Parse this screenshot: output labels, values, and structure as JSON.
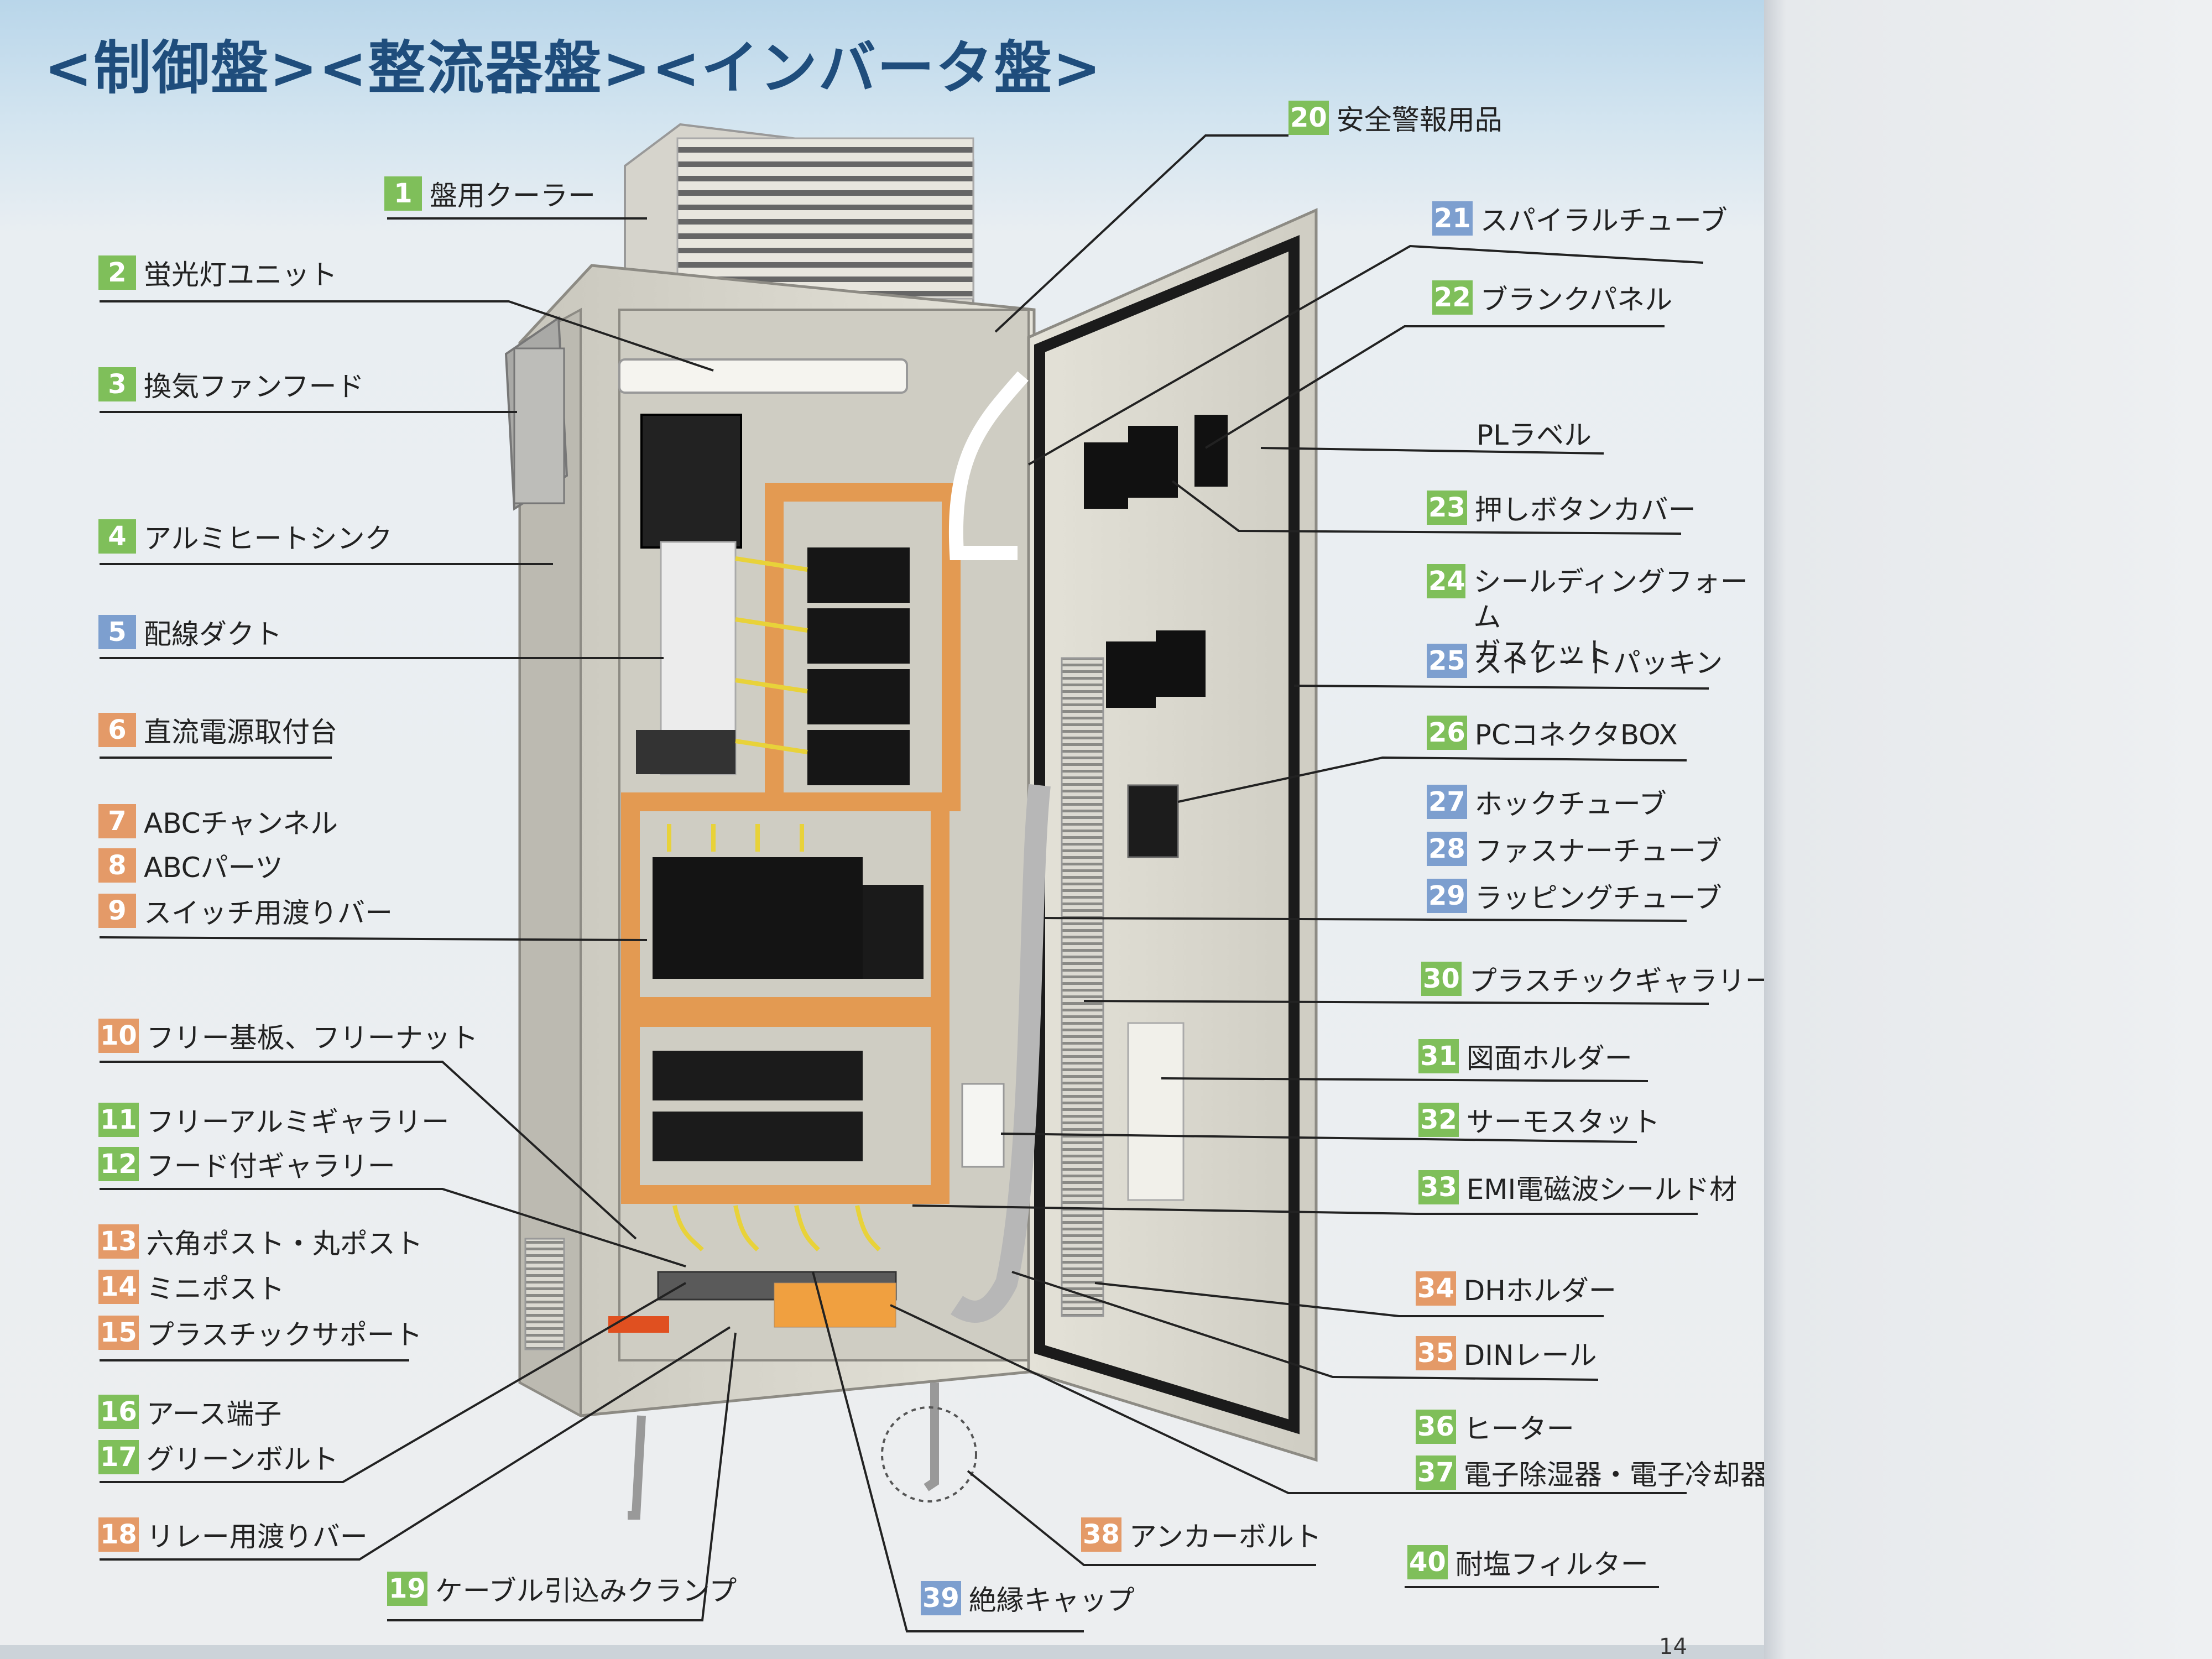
{
  "title": "<制御盤><整流器盤><インバータ盤>",
  "page_number": "14",
  "colors": {
    "green": "#7fbf5a",
    "blue": "#7d9fcf",
    "orange": "#e49a68",
    "title": "#1f4d7c"
  },
  "callouts": [
    {
      "num": "1",
      "text": "盤用クーラー",
      "color": "green"
    },
    {
      "num": "2",
      "text": "蛍光灯ユニット",
      "color": "green"
    },
    {
      "num": "3",
      "text": "換気ファンフード",
      "color": "green"
    },
    {
      "num": "4",
      "text": "アルミヒートシンク",
      "color": "green"
    },
    {
      "num": "5",
      "text": "配線ダクト",
      "color": "blue"
    },
    {
      "num": "6",
      "text": "直流電源取付台",
      "color": "orange"
    },
    {
      "num": "7",
      "text": "ABCチャンネル",
      "color": "orange"
    },
    {
      "num": "8",
      "text": "ABCパーツ",
      "color": "orange"
    },
    {
      "num": "9",
      "text": "スイッチ用渡りバー",
      "color": "orange"
    },
    {
      "num": "10",
      "text": "フリー基板、フリーナット",
      "color": "orange"
    },
    {
      "num": "11",
      "text": "フリーアルミギャラリー",
      "color": "green"
    },
    {
      "num": "12",
      "text": "フード付ギャラリー",
      "color": "green"
    },
    {
      "num": "13",
      "text": "六角ポスト・丸ポスト",
      "color": "orange"
    },
    {
      "num": "14",
      "text": "ミニポスト",
      "color": "orange"
    },
    {
      "num": "15",
      "text": "プラスチックサポート",
      "color": "orange"
    },
    {
      "num": "16",
      "text": "アース端子",
      "color": "green"
    },
    {
      "num": "17",
      "text": "グリーンボルト",
      "color": "green"
    },
    {
      "num": "18",
      "text": "リレー用渡りバー",
      "color": "orange"
    },
    {
      "num": "19",
      "text": "ケーブル引込みクランプ",
      "color": "green"
    },
    {
      "num": "20",
      "text": "安全警報用品",
      "color": "green"
    },
    {
      "num": "21",
      "text": "スパイラルチューブ",
      "color": "blue"
    },
    {
      "num": "22",
      "text": "ブランクパネル",
      "color": "green"
    },
    {
      "num": "",
      "text": "PLラベル",
      "color": "none"
    },
    {
      "num": "23",
      "text": "押しボタンカバー",
      "color": "green"
    },
    {
      "num": "24",
      "text": "シールディングフォーム\nガスケット",
      "color": "green"
    },
    {
      "num": "25",
      "text": "ストレートパッキン",
      "color": "blue"
    },
    {
      "num": "26",
      "text": "PCコネクタBOX",
      "color": "green"
    },
    {
      "num": "27",
      "text": "ホックチューブ",
      "color": "blue"
    },
    {
      "num": "28",
      "text": "ファスナーチューブ",
      "color": "blue"
    },
    {
      "num": "29",
      "text": "ラッピングチューブ",
      "color": "blue"
    },
    {
      "num": "30",
      "text": "プラスチックギャラリー",
      "color": "green"
    },
    {
      "num": "31",
      "text": "図面ホルダー",
      "color": "green"
    },
    {
      "num": "32",
      "text": "サーモスタット",
      "color": "green"
    },
    {
      "num": "33",
      "text": "EMI電磁波シールド材",
      "color": "green"
    },
    {
      "num": "34",
      "text": "DHホルダー",
      "color": "orange"
    },
    {
      "num": "35",
      "text": "DINレール",
      "color": "orange"
    },
    {
      "num": "36",
      "text": "ヒーター",
      "color": "green"
    },
    {
      "num": "37",
      "text": "電子除湿器・電子冷却器",
      "color": "green"
    },
    {
      "num": "38",
      "text": "アンカーボルト",
      "color": "orange"
    },
    {
      "num": "39",
      "text": "絶縁キャップ",
      "color": "blue"
    },
    {
      "num": "40",
      "text": "耐塩フィルター",
      "color": "green"
    }
  ]
}
